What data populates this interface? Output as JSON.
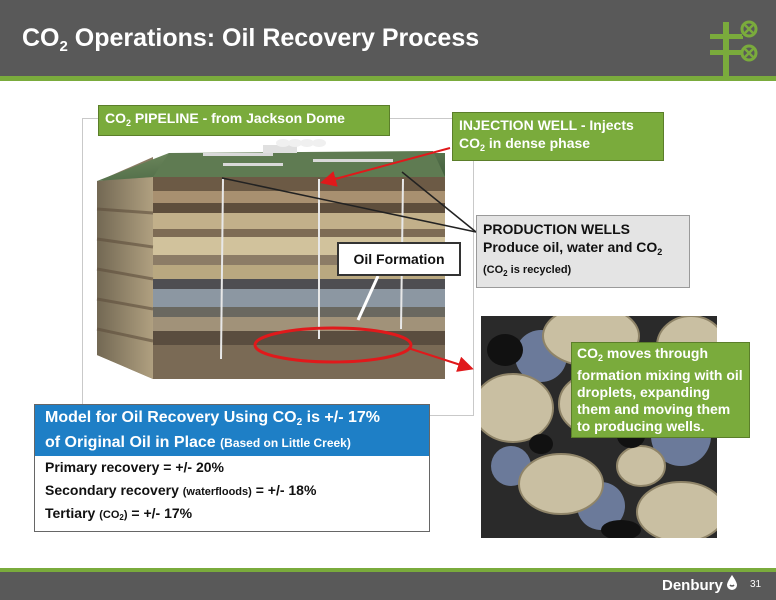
{
  "header": {
    "title_prefix": "CO",
    "title_sub": "2",
    "title_rest": " Operations: Oil Recovery Process"
  },
  "callouts": {
    "pipeline": {
      "prefix": "CO",
      "sub": "2",
      "rest": " PIPELINE - from Jackson Dome"
    },
    "injection": {
      "line1": "INJECTION WELL - Injects",
      "line2_prefix": "CO",
      "line2_sub": "2",
      "line2_rest": " in dense phase"
    },
    "production": {
      "line1": "PRODUCTION WELLS",
      "line2_prefix": "Produce oil, water and CO",
      "line2_sub": "2",
      "line3_open": "(CO",
      "line3_sub": "2",
      "line3_rest": " is recycled)"
    },
    "oil_formation": "Oil Formation",
    "moves": {
      "prefix": "CO",
      "sub": "2",
      "rest": " moves through formation mixing with oil droplets, expanding them and moving them to producing wells."
    }
  },
  "model": {
    "head_prefix": "Model for Oil Recovery Using CO",
    "head_sub": "2",
    "head_rest": " is +/- 17%",
    "head_line2": "of Original Oil in Place ",
    "head_note": "(Based on Little Creek)",
    "primary": "Primary recovery = +/- 20%",
    "secondary_a": "Secondary recovery ",
    "secondary_note": "(waterfloods)",
    "secondary_b": " = +/- 18%",
    "tertiary_a": "Tertiary ",
    "tertiary_note_open": "(CO",
    "tertiary_note_sub": "2",
    "tertiary_note_close": ")",
    "tertiary_b": " = +/- 17%"
  },
  "footer": {
    "brand": "Denbury",
    "page": "31"
  },
  "colors": {
    "header_gray": "#595959",
    "accent_green": "#7aab3c",
    "model_blue": "#1e7fc6",
    "arrow_red": "#e0191b"
  },
  "icons": [
    "wellhead-logo-icon",
    "oil-drop-icon"
  ]
}
